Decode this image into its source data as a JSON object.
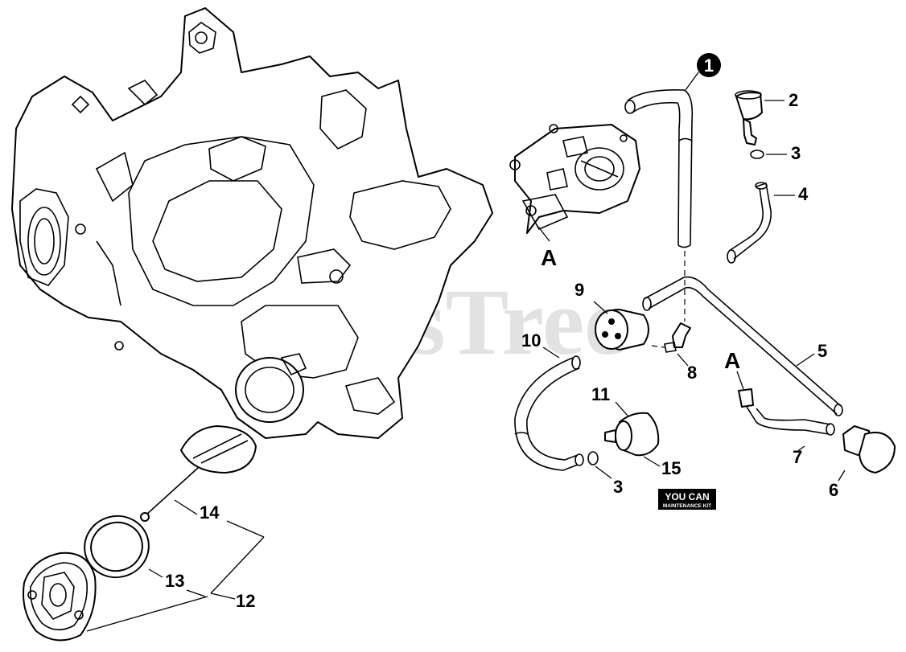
{
  "watermark": "PartsTree",
  "callouts": {
    "c1": "1",
    "c2": "2",
    "c3a": "3",
    "c3b": "3",
    "c4": "4",
    "c5": "5",
    "c6": "6",
    "c7": "7",
    "c8": "8",
    "c9": "9",
    "c10": "10",
    "c11": "11",
    "c12": "12",
    "c13": "13",
    "c14": "14",
    "c15": "15"
  },
  "markers": {
    "a1": "A",
    "a2": "A"
  },
  "badge": {
    "top": "YOU CAN",
    "bottom": "MAINTENANCE KIT"
  }
}
